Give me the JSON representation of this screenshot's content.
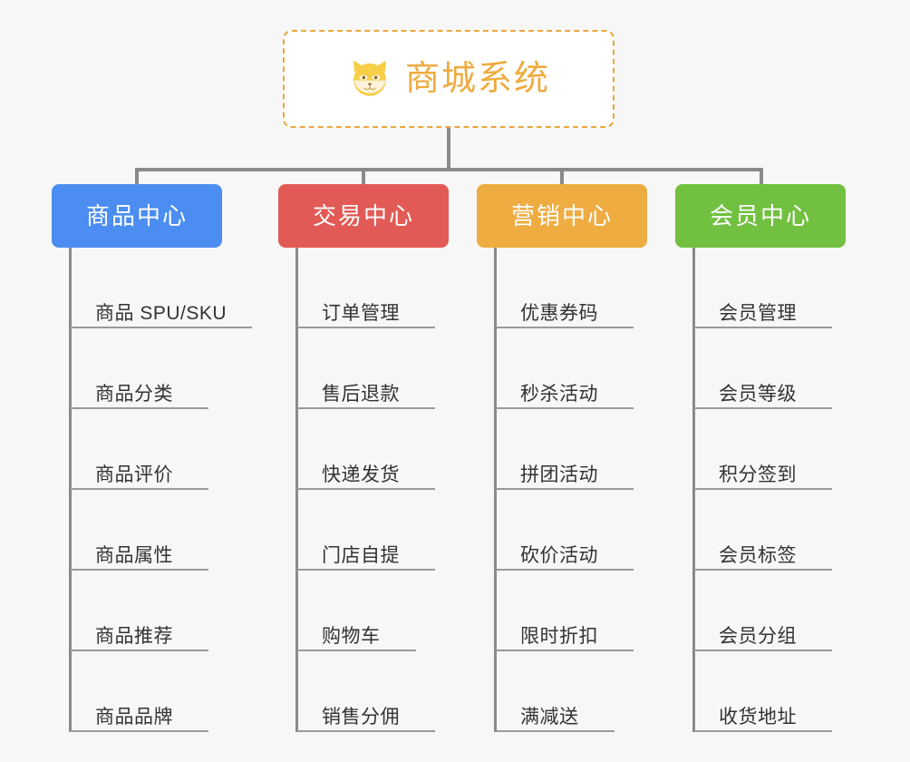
{
  "page": {
    "background_color": "#f7f7f7",
    "connector_color": "#8a8a8a",
    "leaf_line_color": "#9a9a9a",
    "leaf_text_color": "#333333"
  },
  "root": {
    "title": "商城系统",
    "icon": "shiba-inu-dog-face-emoji",
    "text_color": "#eeab3f",
    "border_color": "#e9a73e",
    "background_color": "#ffffff"
  },
  "columns": [
    {
      "id": "product-center",
      "header": "商品中心",
      "color": "#4b8df0",
      "items": [
        {
          "label": "商品 SPU/SKU",
          "underline_width": 200
        },
        {
          "label": "商品分类",
          "underline_width": 152
        },
        {
          "label": "商品评价",
          "underline_width": 152
        },
        {
          "label": "商品属性",
          "underline_width": 152
        },
        {
          "label": "商品推荐",
          "underline_width": 152
        },
        {
          "label": "商品品牌",
          "underline_width": 152
        }
      ]
    },
    {
      "id": "trade-center",
      "header": "交易中心",
      "color": "#e25a55",
      "items": [
        {
          "label": "订单管理",
          "underline_width": 152
        },
        {
          "label": "售后退款",
          "underline_width": 152
        },
        {
          "label": "快递发货",
          "underline_width": 152
        },
        {
          "label": "门店自提",
          "underline_width": 152
        },
        {
          "label": "购物车",
          "underline_width": 131
        },
        {
          "label": "销售分佣",
          "underline_width": 152
        }
      ]
    },
    {
      "id": "marketing-center",
      "header": "营销中心",
      "color": "#eeac41",
      "items": [
        {
          "label": "优惠券码",
          "underline_width": 152
        },
        {
          "label": "秒杀活动",
          "underline_width": 152
        },
        {
          "label": "拼团活动",
          "underline_width": 152
        },
        {
          "label": "砍价活动",
          "underline_width": 152
        },
        {
          "label": "限时折扣",
          "underline_width": 152
        },
        {
          "label": "满减送",
          "underline_width": 131
        }
      ]
    },
    {
      "id": "member-center",
      "header": "会员中心",
      "color": "#72c040",
      "items": [
        {
          "label": "会员管理",
          "underline_width": 152
        },
        {
          "label": "会员等级",
          "underline_width": 152
        },
        {
          "label": "积分签到",
          "underline_width": 152
        },
        {
          "label": "会员标签",
          "underline_width": 152
        },
        {
          "label": "会员分组",
          "underline_width": 152
        },
        {
          "label": "收货地址",
          "underline_width": 152
        }
      ]
    }
  ]
}
